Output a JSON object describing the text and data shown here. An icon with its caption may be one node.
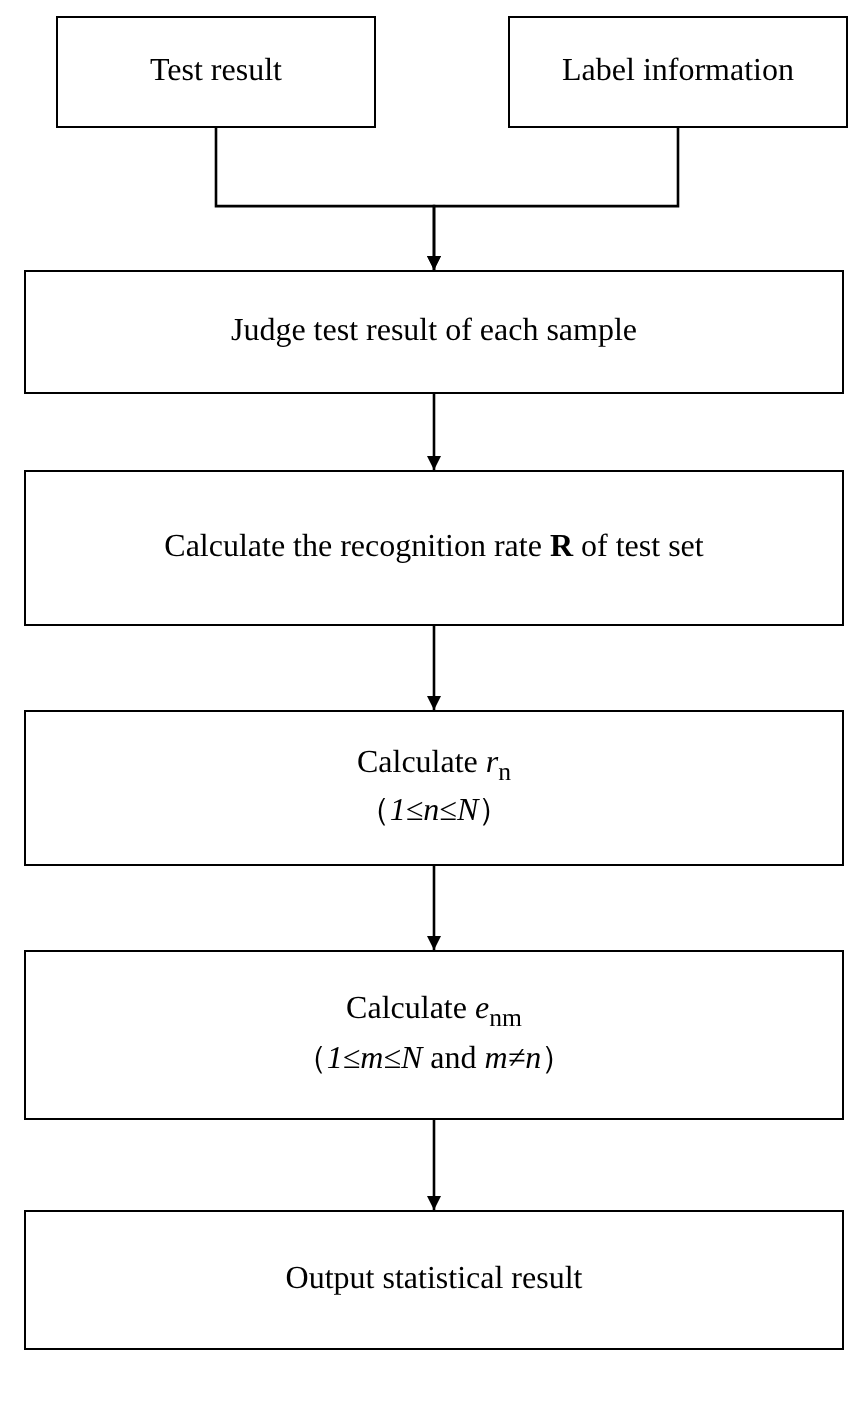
{
  "diagram": {
    "nodes": [
      {
        "text": [
          "Test result"
        ]
      },
      {
        "text": [
          "Label information"
        ]
      },
      {
        "text": [
          "Judge test result of each sample"
        ]
      },
      {
        "text": [
          "Calculate the recognition rate **R** of test set"
        ]
      },
      {
        "text": [
          "Calculate *r*$_{n}$",
          "（*1≤n≤N*）"
        ]
      },
      {
        "text": [
          "Calculate *e*$_{nm}$",
          "（*1≤m≤N* and *m≠n*）"
        ]
      },
      {
        "text": [
          "Output statistical result"
        ]
      }
    ],
    "edges": [
      {
        "from": 0,
        "to": 2,
        "arrow": "to"
      },
      {
        "from": 1,
        "to": 2,
        "arrow": "to"
      },
      {
        "from": 2,
        "to": 3,
        "arrow": "to"
      },
      {
        "from": 3,
        "to": 4,
        "arrow": "to"
      },
      {
        "from": 4,
        "to": 5,
        "arrow": "to"
      },
      {
        "from": 5,
        "to": 6,
        "arrow": "to"
      }
    ]
  }
}
